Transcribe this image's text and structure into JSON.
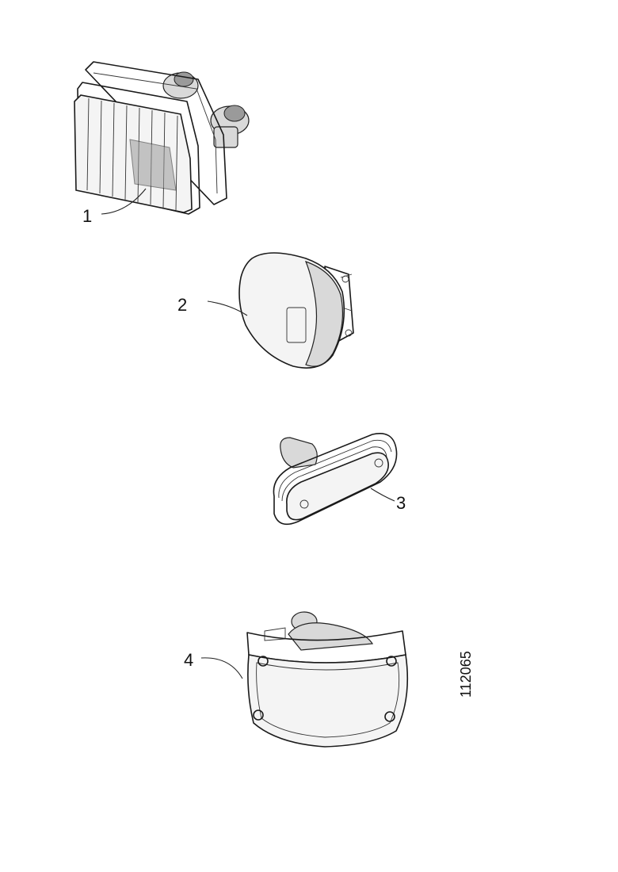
{
  "parts": [
    {
      "callout": "1",
      "icon": "headlamp-icon"
    },
    {
      "callout": "2",
      "icon": "marker-lamp-icon"
    },
    {
      "callout": "3",
      "icon": "side-repeater-lamp-icon"
    },
    {
      "callout": "4",
      "icon": "indicator-lamp-icon"
    }
  ],
  "figure_number": "112065"
}
